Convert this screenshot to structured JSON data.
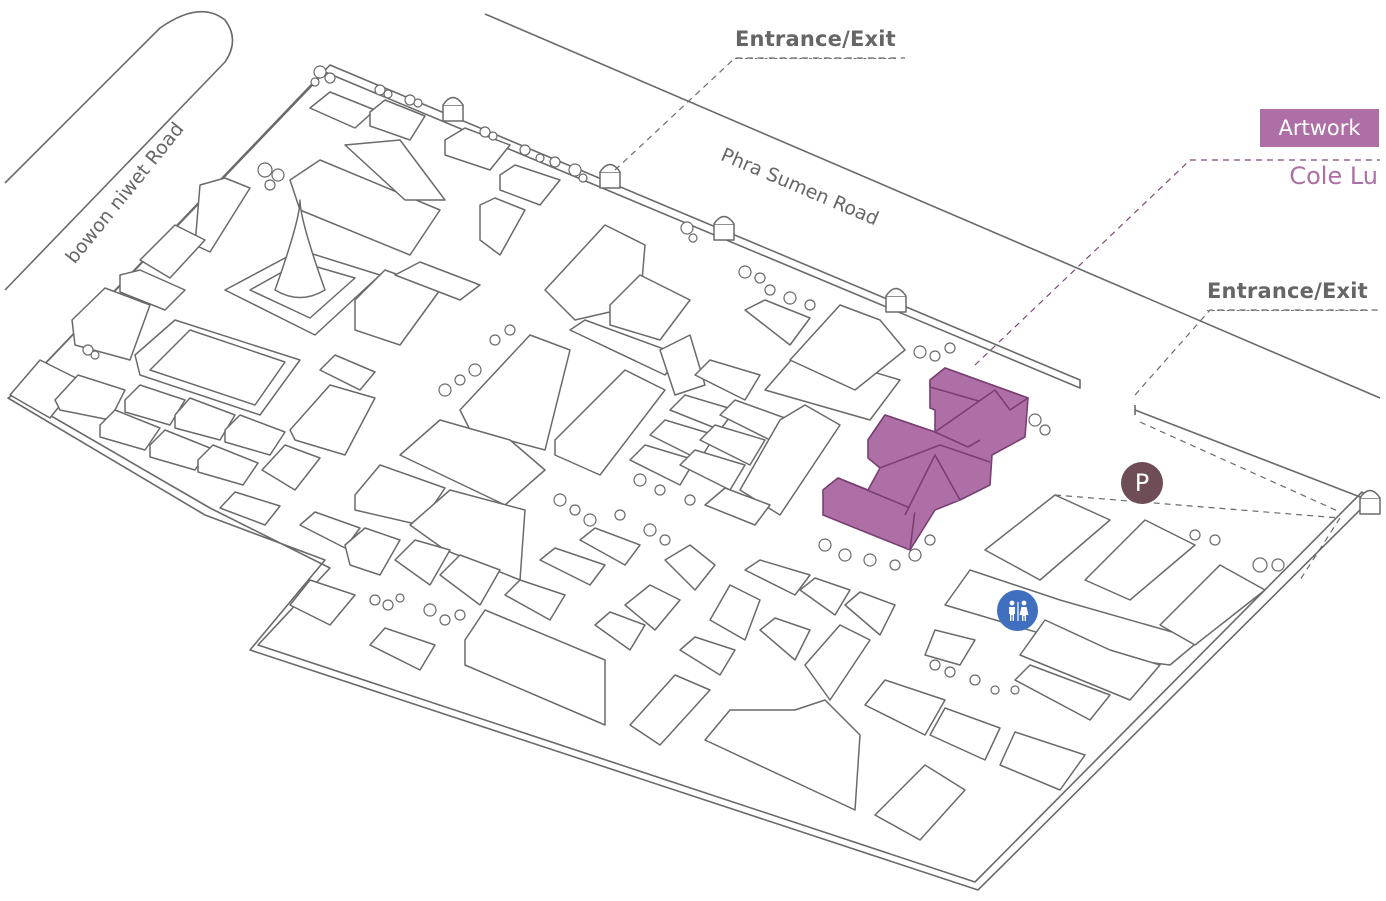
{
  "map": {
    "title": "Site map",
    "roads": [
      {
        "id": "bowon-niwet",
        "label": "bowon niwet Road"
      },
      {
        "id": "phra-sumen",
        "label": "Phra Sumen Road"
      }
    ],
    "entrances": [
      {
        "id": "north",
        "label": "Entrance/Exit"
      },
      {
        "id": "east",
        "label": "Entrance/Exit"
      }
    ],
    "artwork": {
      "tag_label": "Artwork",
      "artist": "Cole Lu",
      "highlight_color": "#ad6fa6"
    },
    "markers": {
      "parking": {
        "glyph": "P",
        "icon": "parking-icon",
        "color": "#6e4d57"
      },
      "restroom": {
        "icon": "restroom-icon",
        "color": "#3f6fbe"
      }
    },
    "colors": {
      "line": "#6a6a6a",
      "label_text": "#666666",
      "background": "#ffffff"
    }
  }
}
